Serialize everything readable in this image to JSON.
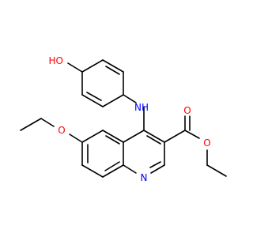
{
  "molecule": {
    "atoms": {
      "ho": {
        "text": "HO",
        "color": "#ff0000"
      },
      "nh": {
        "text": "NH",
        "color": "#0000ff"
      },
      "carbonyl_o": {
        "text": "O",
        "color": "#ff0000"
      },
      "ester_o": {
        "text": "O",
        "color": "#ff0000"
      },
      "ether_o": {
        "text": "O",
        "color": "#ff0000"
      },
      "ring_n": {
        "text": "N",
        "color": "#0000ff"
      }
    },
    "bond_color": "#000000"
  }
}
